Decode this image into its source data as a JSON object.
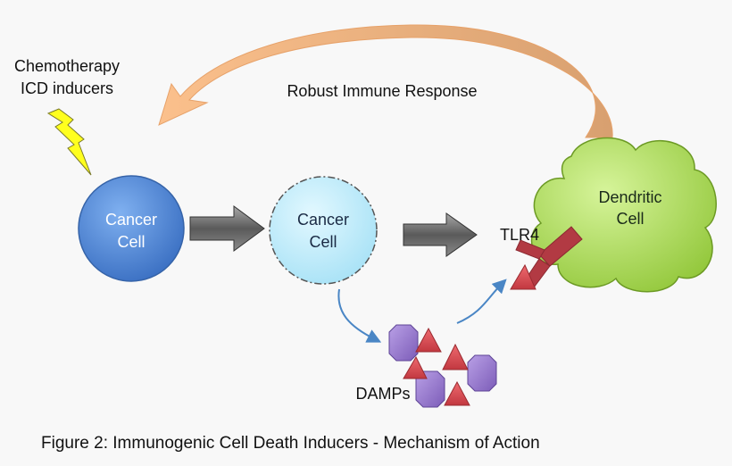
{
  "labels": {
    "chemo_line1": "Chemotherapy",
    "chemo_line2": "ICD inducers",
    "response": "Robust Immune Response",
    "cancer1_line1": "Cancer",
    "cancer1_line2": "Cell",
    "cancer2_line1": "Cancer",
    "cancer2_line2": "Cell",
    "dendritic_line1": "Dendritic",
    "dendritic_line2": "Cell",
    "tlr4": "TLR4",
    "damps": "DAMPs"
  },
  "caption": "Figure 2: Immunogenic Cell Death Inducers - Mechanism of Action",
  "colors": {
    "cancer1_fill": "#4f86d4",
    "cancer2_fill": "#c6effb",
    "dendritic_fill": "#b5e061",
    "curved_arrow": "#f2a86a",
    "gray_arrow": "#6e6e6e",
    "lightning": "#ffff1e",
    "damp_hex": "#9a7ad0",
    "damp_triangle": "#d9474f",
    "receptor": "#b23a43",
    "blue_arrow": "#4a86c5"
  }
}
